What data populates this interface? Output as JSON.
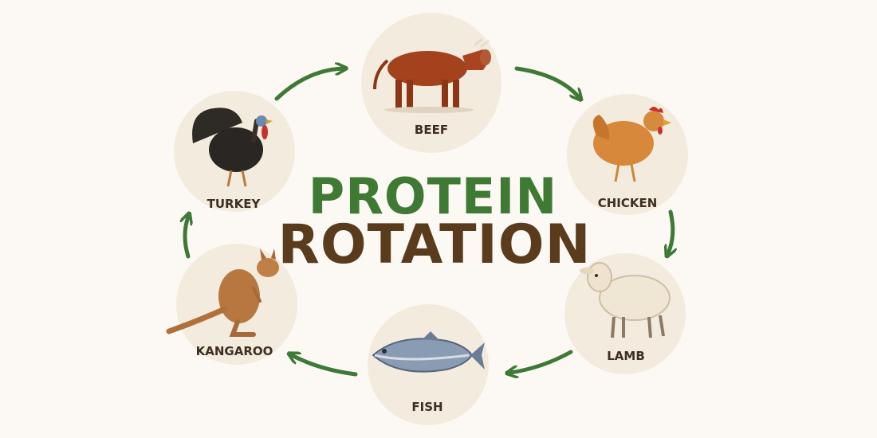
{
  "title": {
    "line1": "PROTEIN",
    "line2": "ROTATION"
  },
  "colors": {
    "title_line1": "#3f7a34",
    "title_line2": "#5a3c1c",
    "arrow": "#3e7a35",
    "node_background": "#f3ebdd",
    "label_text": "#3d2f22"
  },
  "nodes": [
    {
      "id": "beef",
      "label": "BEEF",
      "icon": "cow-icon"
    },
    {
      "id": "chicken",
      "label": "CHICKEN",
      "icon": "chicken-icon"
    },
    {
      "id": "lamb",
      "label": "LAMB",
      "icon": "sheep-icon"
    },
    {
      "id": "fish",
      "label": "FISH",
      "icon": "fish-icon"
    },
    {
      "id": "kangaroo",
      "label": "KANGAROO",
      "icon": "kangaroo-icon"
    },
    {
      "id": "turkey",
      "label": "TURKEY",
      "icon": "turkey-icon"
    }
  ],
  "cycle_direction": "clockwise"
}
